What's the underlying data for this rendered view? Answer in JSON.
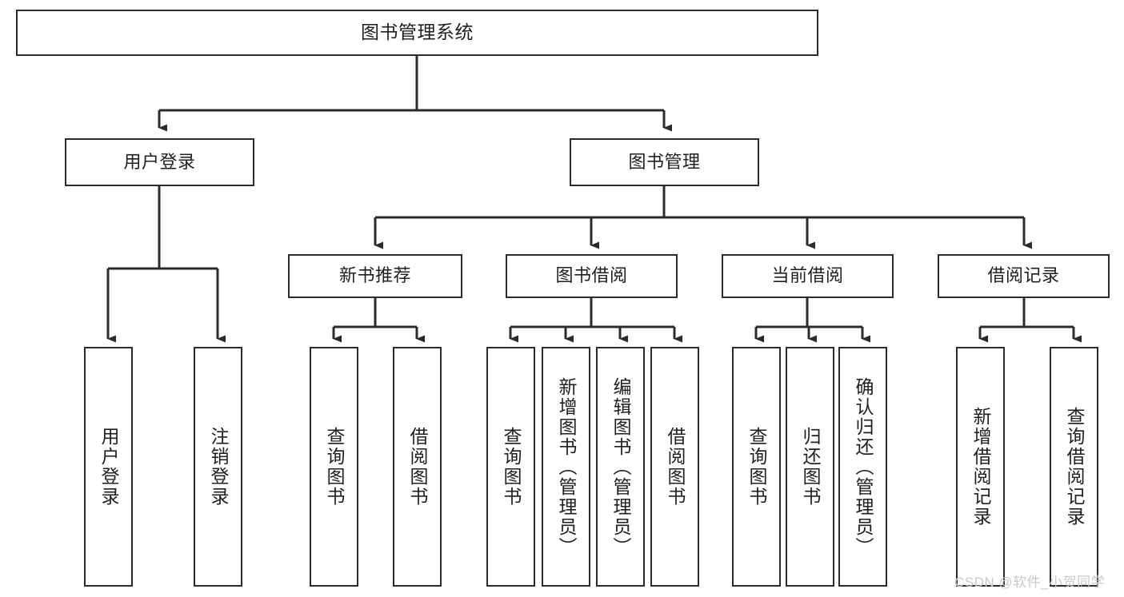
{
  "diagram": {
    "title": "图书管理系统",
    "type": "tree-hierarchy-chart",
    "line_color": "#2b2b2b",
    "box_fill": "#ffffff",
    "text_color": "#1f1f1f",
    "nodes": {
      "root": {
        "label": "图书管理系统"
      },
      "login": {
        "label": "用户登录"
      },
      "book_mgmt": {
        "label": "图书管理"
      },
      "new_book": {
        "label": "新书推荐"
      },
      "borrow": {
        "label": "图书借阅"
      },
      "current": {
        "label": "当前借阅"
      },
      "record": {
        "label": "借阅记录"
      },
      "leaf_login_1": {
        "label": "用户登录"
      },
      "leaf_login_2": {
        "label": "注销登录"
      },
      "leaf_new_1": {
        "label": "查询图书"
      },
      "leaf_new_2": {
        "label": "借阅图书"
      },
      "leaf_borrow_1": {
        "label": "查询图书"
      },
      "leaf_borrow_2": {
        "label": "新增图书（管理员）"
      },
      "leaf_borrow_3": {
        "label": "编辑图书（管理员）"
      },
      "leaf_borrow_4": {
        "label": "借阅图书"
      },
      "leaf_cur_1": {
        "label": "查询图书"
      },
      "leaf_cur_2": {
        "label": "归还图书"
      },
      "leaf_cur_3": {
        "label": "确认归还（管理员）"
      },
      "leaf_rec_1": {
        "label": "新增借阅记录"
      },
      "leaf_rec_2": {
        "label": "查询借阅记录"
      }
    },
    "edges": [
      {
        "from": "root",
        "to": "login"
      },
      {
        "from": "root",
        "to": "book_mgmt"
      },
      {
        "from": "login",
        "to": "leaf_login_1"
      },
      {
        "from": "login",
        "to": "leaf_login_2"
      },
      {
        "from": "book_mgmt",
        "to": "new_book"
      },
      {
        "from": "book_mgmt",
        "to": "borrow"
      },
      {
        "from": "book_mgmt",
        "to": "current"
      },
      {
        "from": "book_mgmt",
        "to": "record"
      },
      {
        "from": "new_book",
        "to": "leaf_new_1"
      },
      {
        "from": "new_book",
        "to": "leaf_new_2"
      },
      {
        "from": "borrow",
        "to": "leaf_borrow_1"
      },
      {
        "from": "borrow",
        "to": "leaf_borrow_2"
      },
      {
        "from": "borrow",
        "to": "leaf_borrow_3"
      },
      {
        "from": "borrow",
        "to": "leaf_borrow_4"
      },
      {
        "from": "current",
        "to": "leaf_cur_1"
      },
      {
        "from": "current",
        "to": "leaf_cur_2"
      },
      {
        "from": "current",
        "to": "leaf_cur_3"
      },
      {
        "from": "record",
        "to": "leaf_rec_1"
      },
      {
        "from": "record",
        "to": "leaf_rec_2"
      }
    ]
  },
  "watermark": {
    "text": "CSDN @软件_小贺同学"
  }
}
